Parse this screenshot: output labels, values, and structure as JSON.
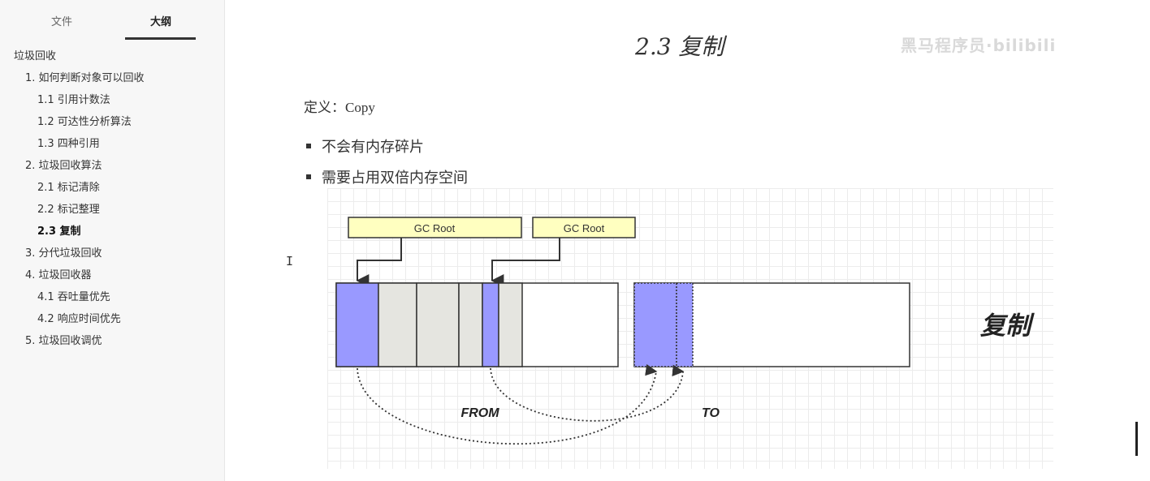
{
  "sidebar": {
    "tabs": [
      {
        "label": "文件"
      },
      {
        "label": "大纲"
      }
    ],
    "outline": [
      {
        "label": "垃圾回收",
        "level": 0
      },
      {
        "label": "1. 如何判断对象可以回收",
        "level": 1
      },
      {
        "label": "1.1 引用计数法",
        "level": 2
      },
      {
        "label": "1.2 可达性分析算法",
        "level": 2
      },
      {
        "label": "1.3 四种引用",
        "level": 2
      },
      {
        "label": "2. 垃圾回收算法",
        "level": 1
      },
      {
        "label": "2.1 标记清除",
        "level": 2
      },
      {
        "label": "2.2 标记整理",
        "level": 2
      },
      {
        "label": "2.3 复制",
        "level": 2,
        "active": true
      },
      {
        "label": "3. 分代垃圾回收",
        "level": 1
      },
      {
        "label": "4. 垃圾回收器",
        "level": 1
      },
      {
        "label": "4.1 吞吐量优先",
        "level": 2
      },
      {
        "label": "4.2 响应时间优先",
        "level": 2
      },
      {
        "label": "5. 垃圾回收调优",
        "level": 1
      }
    ]
  },
  "document": {
    "title": "2.3 复制",
    "watermark": "黑马程序员·bilibili",
    "definition": "定义：Copy",
    "bullets": [
      "不会有内存碎片",
      "需要占用双倍内存空间"
    ]
  },
  "diagram": {
    "gc_root_labels": [
      "GC Root",
      "GC Root"
    ],
    "from_label": "FROM",
    "to_label": "TO",
    "big_label": "复制",
    "colors": {
      "live_object": "#9999ff",
      "garbage_object": "#e5e5e0",
      "free_space": "#ffffff",
      "gc_root_fill": "#ffffc0"
    }
  }
}
